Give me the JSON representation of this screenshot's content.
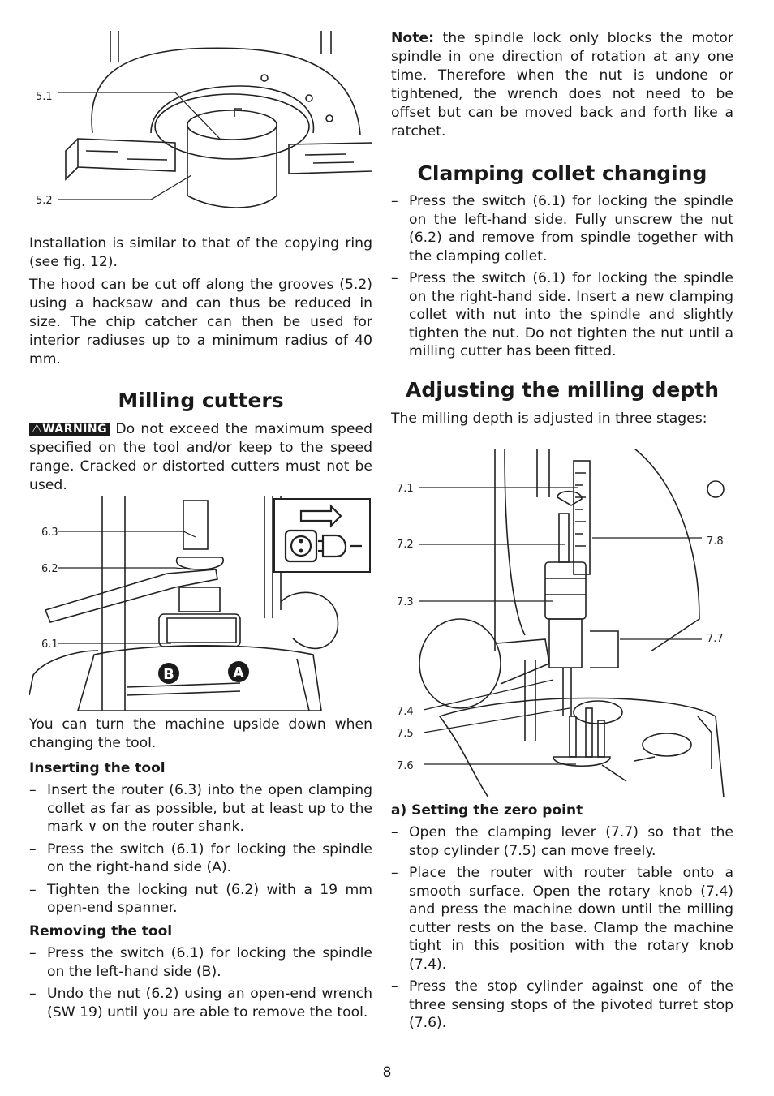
{
  "figure5": {
    "labels": [
      "5.1",
      "5.2"
    ]
  },
  "intro": {
    "p1": "Installation is similar to that of the copying ring (see fig. 12).",
    "p2": "The hood can be cut off along the grooves (5.2) using a hacksaw and can thus be reduced in size. The chip catcher can then be used for interior radiuses up to a minimum radius of 40 mm."
  },
  "milling": {
    "heading": "Milling cutters",
    "warning_badge": "WARNING",
    "warning_text": " Do not exceed the maximum speed specified on the tool and/or keep to the speed range. Cracked or distorted cutters must not be used."
  },
  "figure6": {
    "labels": [
      "6.3",
      "6.2",
      "6.1"
    ],
    "letter_a": "A",
    "letter_b": "B"
  },
  "upside": "You can turn the machine upside down when changing the tool.",
  "inserting": {
    "heading": "Inserting the tool",
    "items": [
      "Insert the router (6.3) into the open clamping collet as far as possible, but at least up to the mark ∨ on the router shank.",
      "Press the switch (6.1) for locking the spindle on the right-hand side (A).",
      "Tighten the locking nut (6.2) with a 19 mm open-end spanner."
    ]
  },
  "removing": {
    "heading": "Removing the tool",
    "items": [
      "Press the switch (6.1) for locking the spindle on the left-hand side (B).",
      "Undo the nut (6.2) using an open-end wrench (SW 19) until you are able to remove the tool."
    ]
  },
  "note": {
    "label": "Note:",
    "text": " the spindle lock only blocks the motor spindle in one direction of rotation at any one time. Therefore when the nut is undone or tightened, the wrench does not need to be offset but can be moved back and forth like a ratchet."
  },
  "collet": {
    "heading": "Clamping collet changing",
    "items": [
      "Press the switch (6.1) for locking the spindle on the left-hand side. Fully unscrew the nut (6.2) and remove from spindle together with the clamping collet.",
      "Press the switch (6.1) for locking the spindle on the right-hand side. Insert a new clamping collet with nut into the spindle and slightly tighten the nut. Do not tighten the nut until a milling cutter has been fitted."
    ]
  },
  "depth": {
    "heading": "Adjusting the milling depth",
    "intro": "The milling depth is adjusted in three stages:"
  },
  "figure7": {
    "labels": [
      "7.1",
      "7.2",
      "7.3",
      "7.4",
      "7.5",
      "7.6",
      "7.7",
      "7.8"
    ]
  },
  "zero": {
    "heading": "a) Setting the zero point",
    "items": [
      "Open the clamping lever (7.7) so that the stop cylinder (7.5) can move freely.",
      "Place the router with router table onto a smooth surface. Open the rotary knob (7.4) and press the machine down until the milling cutter rests on the base. Clamp the machine tight in this position with the rotary knob (7.4).",
      "Press the stop cylinder against one of the three sensing stops of the pivoted turret stop (7.6)."
    ]
  },
  "page_number": "8"
}
